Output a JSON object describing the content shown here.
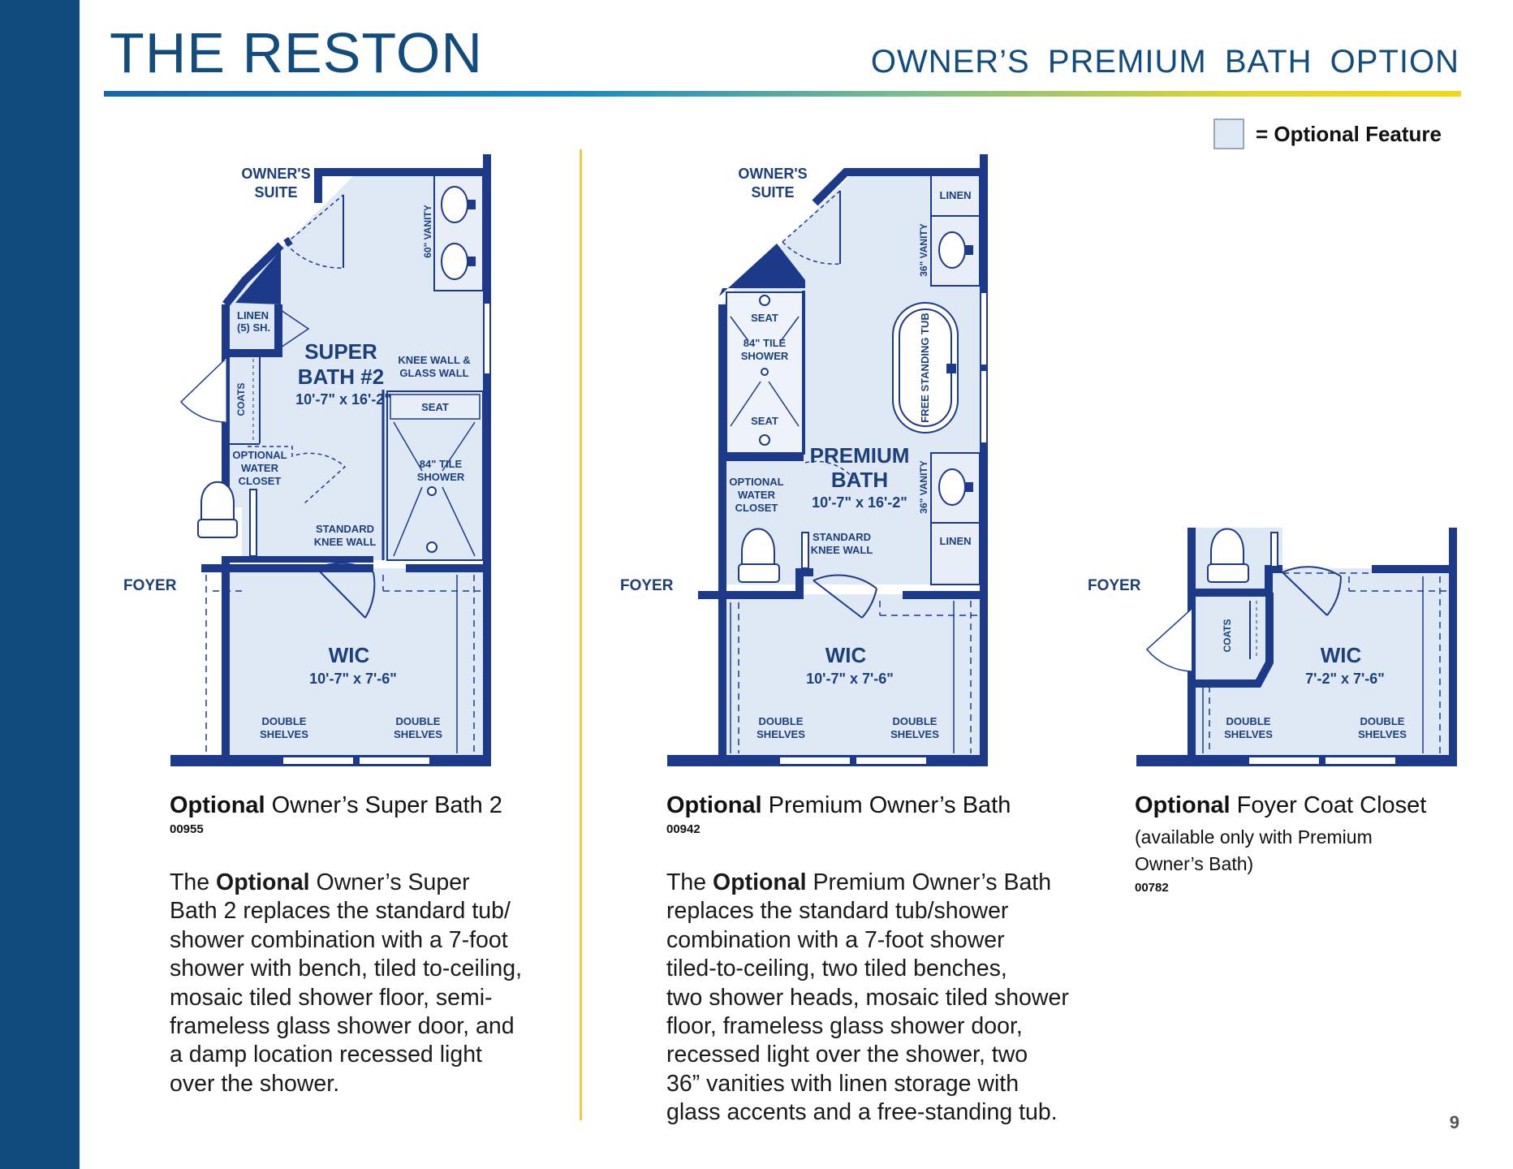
{
  "header": {
    "title": "THE RESTON",
    "subtitle": "OWNER’S  PREMIUM  BATH  OPTION"
  },
  "legend": {
    "label": "= Optional Feature",
    "swatch_color": "#dfe9f6"
  },
  "colors": {
    "brand_blue": "#124b7d",
    "wall": "#1d3a8a",
    "room_fill": "#dfe9f6",
    "divider": "#f0c84a"
  },
  "plans": {
    "super_bath": {
      "owners_suite": [
        "OWNER'S",
        "SUITE"
      ],
      "vanity": "60\" VANITY",
      "linen": [
        "LINEN",
        "(5) SH."
      ],
      "room_name": [
        "SUPER",
        "BATH #2"
      ],
      "room_dims": "10'-7\" x 16'-2\"",
      "knee_glass": [
        "KNEE WALL &",
        "GLASS WALL"
      ],
      "coats": "COATS",
      "seat": "SEAT",
      "shower": [
        "84\" TILE",
        "SHOWER"
      ],
      "water_closet": [
        "OPTIONAL",
        "WATER",
        "CLOSET"
      ],
      "knee_wall": [
        "STANDARD",
        "KNEE WALL"
      ],
      "foyer": "FOYER",
      "wic": "WIC",
      "wic_dims": "10'-7\" x 7'-6\"",
      "shelves_left": [
        "DOUBLE",
        "SHELVES"
      ],
      "shelves_right": [
        "DOUBLE",
        "SHELVES"
      ]
    },
    "premium_bath": {
      "owners_suite": [
        "OWNER'S",
        "SUITE"
      ],
      "linen_top": "LINEN",
      "vanity_top": "36\" VANITY",
      "seat_top": "SEAT",
      "shower": [
        "84\" TILE",
        "SHOWER"
      ],
      "seat_bottom": "SEAT",
      "tub": "FREE STANDING TUB",
      "room_name": [
        "PREMIUM",
        "BATH"
      ],
      "room_dims": "10'-7\" x 16'-2\"",
      "vanity_bottom": "36\" VANITY",
      "water_closet": [
        "OPTIONAL",
        "WATER",
        "CLOSET"
      ],
      "knee_wall": [
        "STANDARD",
        "KNEE WALL"
      ],
      "linen_bottom": "LINEN",
      "foyer": "FOYER",
      "wic": "WIC",
      "wic_dims": "10'-7\" x 7'-6\"",
      "shelves_left": [
        "DOUBLE",
        "SHELVES"
      ],
      "shelves_right": [
        "DOUBLE",
        "SHELVES"
      ]
    },
    "coat_closet": {
      "foyer": "FOYER",
      "coats": "COATS",
      "wic": "WIC",
      "wic_dims": "7'-2\" x 7'-6\"",
      "shelves_left": [
        "DOUBLE",
        "SHELVES"
      ],
      "shelves_right": [
        "DOUBLE",
        "SHELVES"
      ]
    }
  },
  "captions": {
    "super_bath": {
      "bold": "Optional",
      "rest": " Owner’s Super Bath 2",
      "code": "00955"
    },
    "premium_bath": {
      "bold": "Optional",
      "rest": " Premium Owner’s Bath",
      "code": "00942"
    },
    "coat_closet": {
      "bold": "Optional",
      "rest": " Foyer Coat Closet",
      "note": [
        "(available only with Premium",
        "Owner’s Bath)"
      ],
      "code": "00782"
    }
  },
  "descriptions": {
    "super_bath": {
      "lead": "The ",
      "bold": "Optional",
      "after": " Owner’s Super",
      "lines": [
        "Bath 2 replaces the standard tub/",
        "shower combination with a 7-foot",
        "shower with bench, tiled to-ceiling,",
        "mosaic tiled shower floor, semi-",
        "frameless glass shower door, and",
        "a damp location recessed light",
        "over the shower."
      ]
    },
    "premium_bath": {
      "lead": "The ",
      "bold": "Optional",
      "after": " Premium Owner’s Bath",
      "lines": [
        "replaces the standard tub/shower",
        "combination with a 7-foot shower",
        "tiled-to-ceiling, two tiled benches,",
        "two shower heads, mosaic tiled shower",
        "floor, frameless glass shower door,",
        "recessed light over the shower, two",
        "36” vanities with linen storage with",
        "glass accents and a free-standing tub."
      ]
    }
  },
  "page_number": "9"
}
